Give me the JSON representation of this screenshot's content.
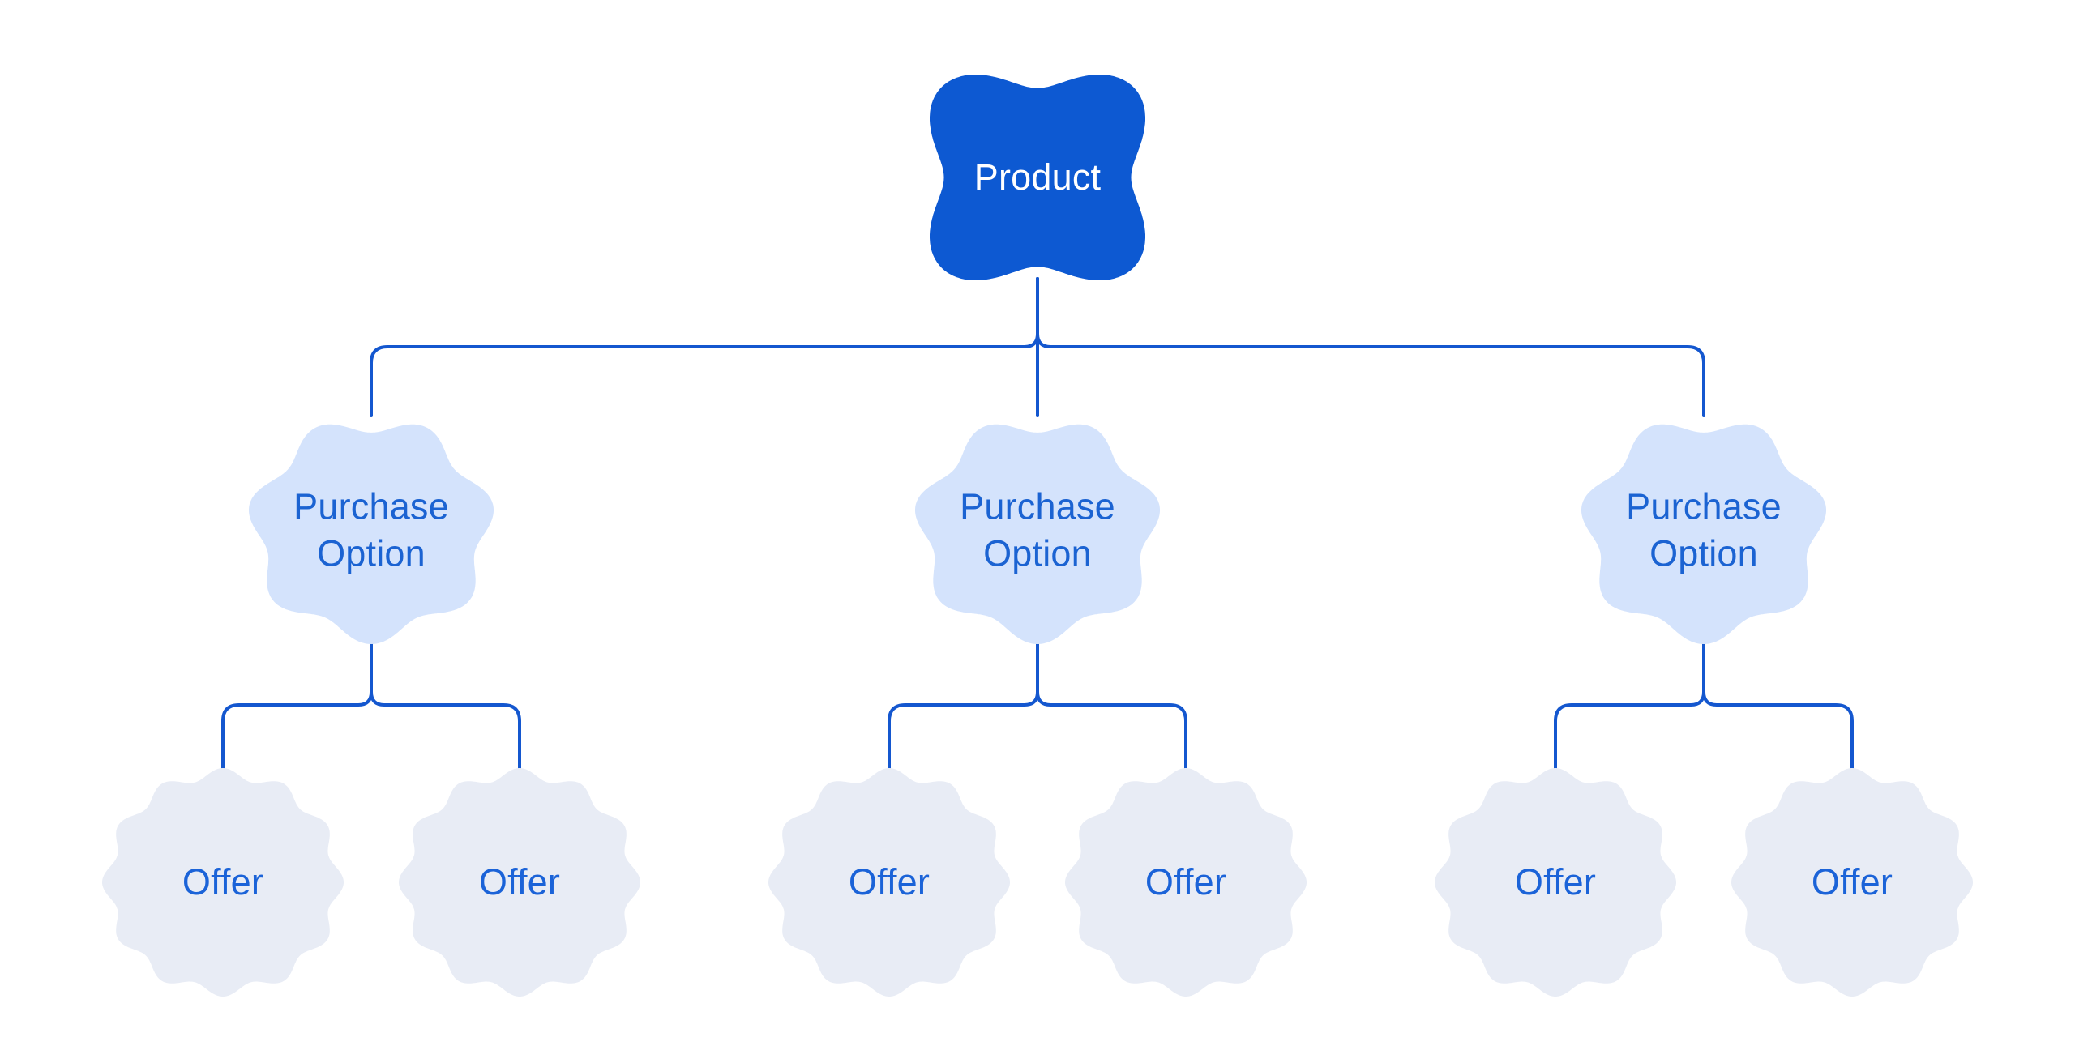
{
  "diagram": {
    "type": "tree",
    "colors": {
      "background": "#ffffff",
      "connector": "#1457cf",
      "root_fill": "#0d59d2",
      "root_text": "#ffffff",
      "purchase_fill": "#d4e3fc",
      "purchase_text": "#1b63d2",
      "offer_fill": "#e8ecf5",
      "offer_text": "#1b63d8"
    },
    "tree": {
      "label": "Product",
      "children": [
        {
          "label": "Purchase Option",
          "children": [
            {
              "label": "Offer"
            },
            {
              "label": "Offer"
            }
          ]
        },
        {
          "label": "Purchase Option",
          "children": [
            {
              "label": "Offer"
            },
            {
              "label": "Offer"
            }
          ]
        },
        {
          "label": "Purchase Option",
          "children": [
            {
              "label": "Offer"
            },
            {
              "label": "Offer"
            }
          ]
        }
      ]
    }
  }
}
